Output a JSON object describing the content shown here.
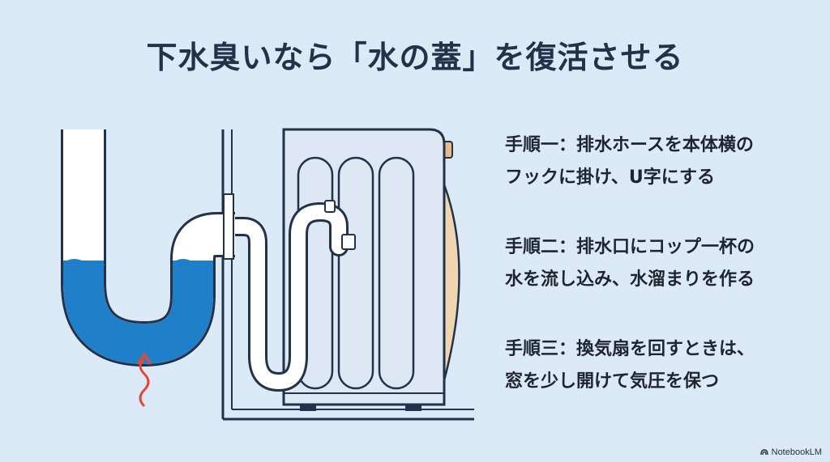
{
  "title": "下水臭いなら「水の蓋」を復活させる",
  "steps": [
    {
      "line1": "手順一：排水ホースを本体横の",
      "line2": "フックに掛け、U字にする"
    },
    {
      "line1": "手順二：排水口にコップ一杯の",
      "line2": "水を流し込み、水溜まりを作る"
    },
    {
      "line1": "手順三：換気扇を回すときは、",
      "line2": "窓を少し開けて気圧を保つ"
    }
  ],
  "brand": {
    "label": "NotebookLM",
    "icon": "notebooklm-logo-icon"
  },
  "colors": {
    "background": "#dce9f6",
    "water": "#1f7fc8",
    "pipe": "#ffffff",
    "outline": "#233149",
    "arrow": "#e04a3a"
  }
}
